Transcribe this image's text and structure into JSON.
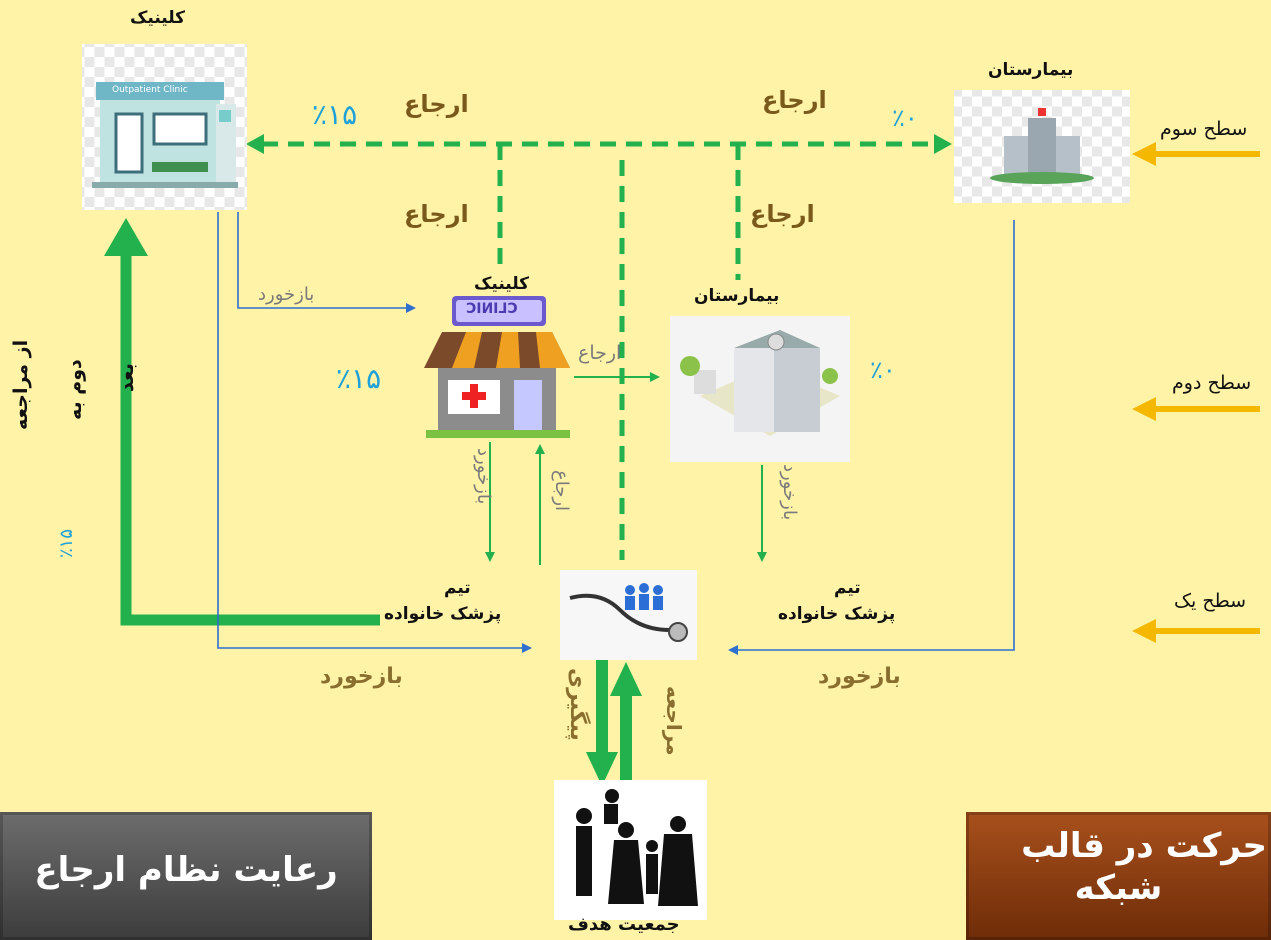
{
  "labels": {
    "clinic_top": "کلینیک",
    "hospital_top": "بیمارستان",
    "clinic_mid": "کلینیک",
    "hospital_mid": "بیمارستان",
    "team_left_1": "تیم",
    "team_left_2": "پزشک خانواده",
    "team_right_1": "تیم",
    "team_right_2": "پزشک خانواده",
    "target_population": "جمعیت هدف",
    "referral": "ارجاع",
    "feedback": "بازخورد",
    "pct_15": "٪۱۵",
    "pct_0": "٪۰",
    "pct_15_small": "٪۱۵",
    "second_visit_1": "از مراجعه",
    "second_visit_2": "دوم به",
    "second_visit_3": "بعد",
    "followup": "پیگیری",
    "visit": "مراجعه"
  },
  "levels": {
    "third": "سطح سوم",
    "second": "سطح دوم",
    "first": "سطح یک"
  },
  "ribbons": {
    "left": "رعایت نظام ارجاع",
    "right_1": "حرکت در قالب",
    "right_2": "شبکه"
  },
  "signs": {
    "clinic_sign": "CLINIC",
    "outpatient_sign": "Outpatient Clinic"
  },
  "colors": {
    "background": "#fff3a8",
    "green": "#22b14c",
    "blue_line": "#2e6fd0",
    "orange_arrow": "#f5b800",
    "brown_text": "#7a5a1a",
    "pct_blue": "#1ea0d8"
  }
}
